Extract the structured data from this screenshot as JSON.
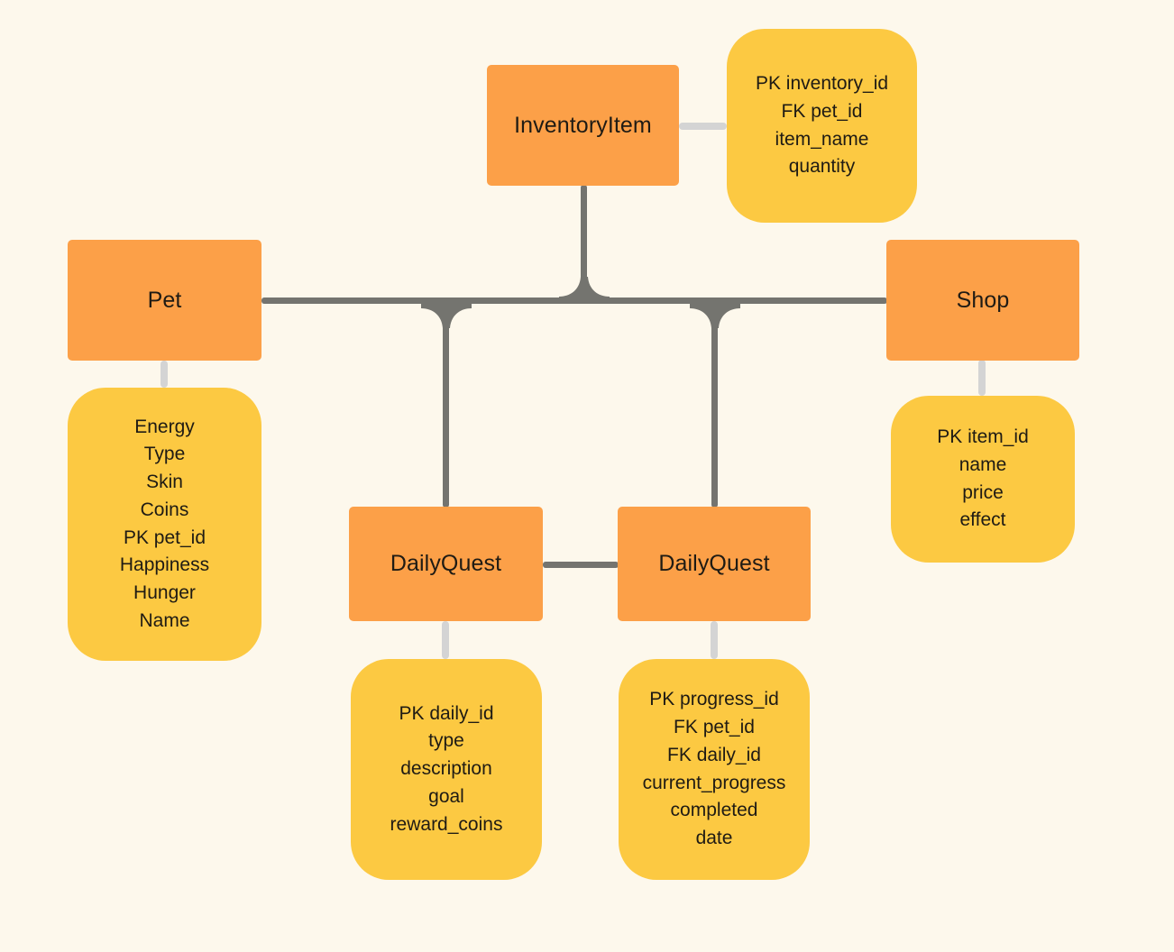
{
  "diagram": {
    "type": "entity-relationship-diagram",
    "background_color": "#FDF8EC",
    "entity_color": "#FCA048",
    "attribute_color": "#FCC942",
    "relationship_line_color": "#74746F",
    "attribute_line_color": "#D4D4D4",
    "text_color": "#1f1b14"
  },
  "entities": [
    {
      "id": "inventoryitem",
      "name": "InventoryItem",
      "attributes": [
        "PK inventory_id",
        "FK pet_id",
        "item_name",
        "quantity"
      ]
    },
    {
      "id": "pet",
      "name": "Pet",
      "attributes": [
        "Energy",
        "Type",
        "Skin",
        "Coins",
        "PK pet_id",
        "Happiness",
        "Hunger",
        "Name"
      ]
    },
    {
      "id": "shop",
      "name": "Shop",
      "attributes": [
        "PK item_id",
        "name",
        "price",
        "effect"
      ]
    },
    {
      "id": "dailyquest-left",
      "name": "DailyQuest",
      "attributes": [
        "PK daily_id",
        "type",
        "description",
        "goal",
        "reward_coins"
      ]
    },
    {
      "id": "dailyquest-right",
      "name": "DailyQuest",
      "attributes": [
        "PK progress_id",
        "FK pet_id",
        "FK daily_id",
        "current_progress",
        "completed",
        "date"
      ]
    }
  ],
  "relationships": [
    {
      "from": "pet",
      "to": "shop",
      "style": "trunk-line"
    },
    {
      "from": "inventoryitem",
      "to": "trunk",
      "style": "branch-line"
    },
    {
      "from": "dailyquest-left",
      "to": "trunk",
      "style": "branch-line"
    },
    {
      "from": "dailyquest-right",
      "to": "trunk",
      "style": "branch-line"
    },
    {
      "from": "dailyquest-left",
      "to": "dailyquest-right",
      "style": "direct-line"
    }
  ]
}
